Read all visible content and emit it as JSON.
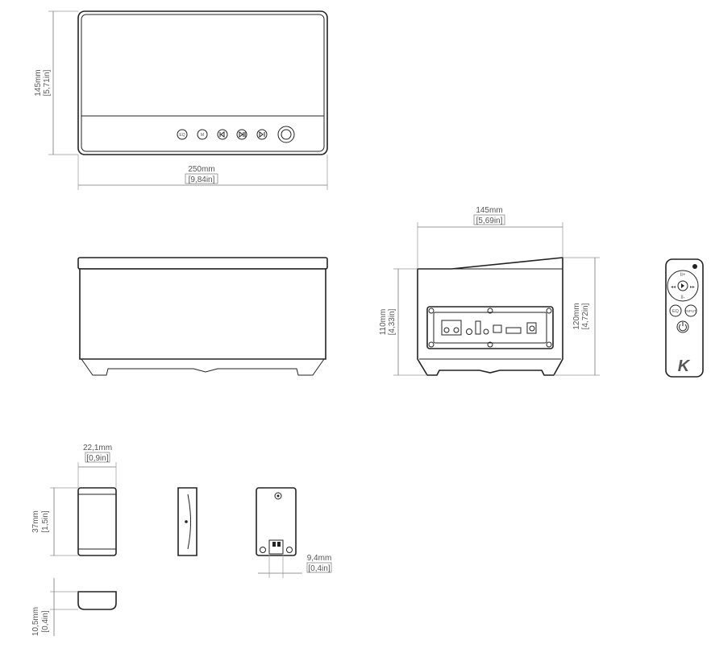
{
  "dimensions": {
    "front_height": {
      "mm": "145mm",
      "in": "[5,71in]"
    },
    "front_width": {
      "mm": "250mm",
      "in": "[9,84in]"
    },
    "side_depth": {
      "mm": "145mm",
      "in": "[5,69in]"
    },
    "side_height_front": {
      "mm": "110mm",
      "in": "[4,33in]"
    },
    "side_height_back": {
      "mm": "120mm",
      "in": "[4,72in]"
    },
    "remote_width": {
      "mm": "22,1mm",
      "in": "[0,9in]"
    },
    "remote_height": {
      "mm": "37mm",
      "in": "[1,5in]"
    },
    "remote_thickness": {
      "mm": "10,5mm",
      "in": "[0,4in]"
    },
    "clip_width": {
      "mm": "9,4mm",
      "in": "[0,4in]"
    }
  },
  "remote_labels": {
    "eq": "EQ",
    "input": "INPUT",
    "logo": "K"
  },
  "control_icons": [
    "eq-icon",
    "mode-icon",
    "prev-icon",
    "play-pause-icon",
    "next-icon",
    "power-icon"
  ],
  "colors": {
    "line": "#222222",
    "dimension": "#777777",
    "text": "#555555"
  }
}
